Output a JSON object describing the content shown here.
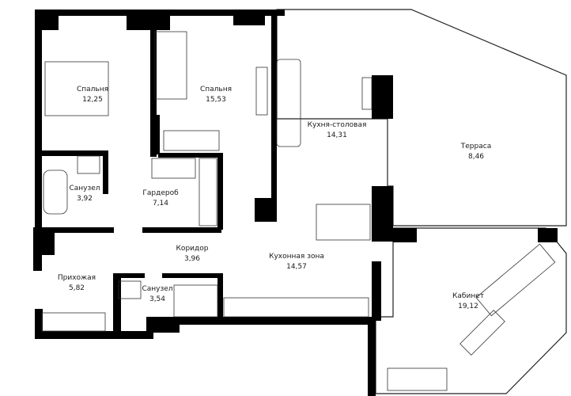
{
  "rooms": [
    {
      "id": "bedroom-1",
      "name": "Спальня",
      "area": "12,25"
    },
    {
      "id": "bedroom-2",
      "name": "Спальня",
      "area": "15,53"
    },
    {
      "id": "kitchen-dining",
      "name": "Кухня-столовая",
      "area": "14,31"
    },
    {
      "id": "terrace",
      "name": "Терраса",
      "area": "8,46"
    },
    {
      "id": "bathroom-1",
      "name": "Санузел",
      "area": "3,92"
    },
    {
      "id": "wardrobe",
      "name": "Гардероб",
      "area": "7,14"
    },
    {
      "id": "corridor",
      "name": "Коридор",
      "area": "3,96"
    },
    {
      "id": "kitchen-zone",
      "name": "Кухонная зона",
      "area": "14,57"
    },
    {
      "id": "hallway",
      "name": "Прихожая",
      "area": "5,82"
    },
    {
      "id": "bathroom-2",
      "name": "Санузел",
      "area": "3,54"
    },
    {
      "id": "study",
      "name": "Кабинет",
      "area": "19,12"
    }
  ],
  "colors": {
    "wall": "#000000",
    "line": "#555555",
    "background": "#ffffff"
  }
}
